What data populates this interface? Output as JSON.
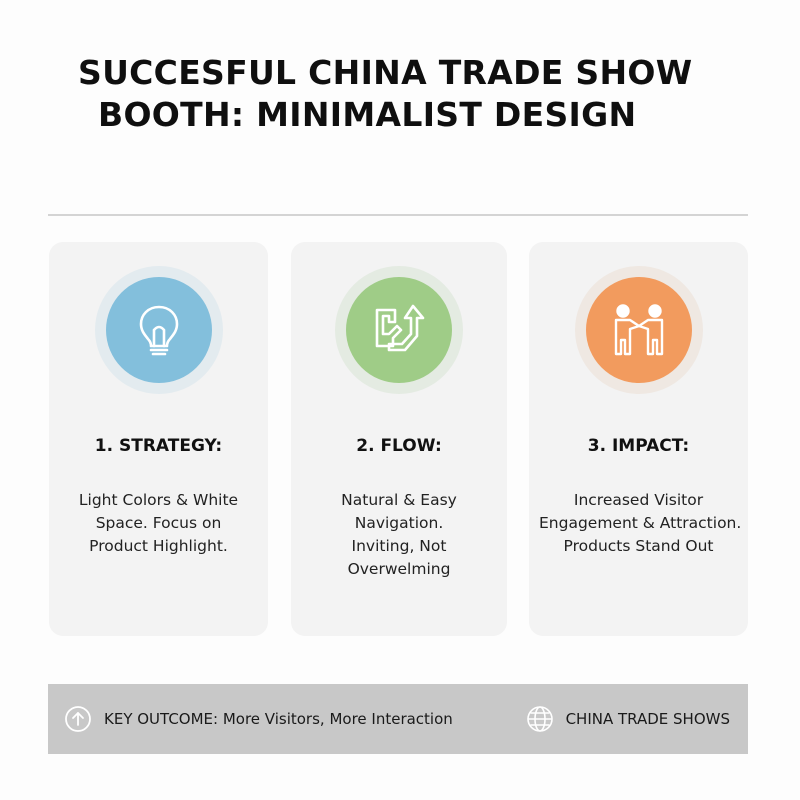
{
  "header": {
    "title_line1": "SUCCESFUL CHINA TRADE SHOW",
    "title_line2": "BOOTH: MINIMALIST DESIGN"
  },
  "cards": [
    {
      "icon": "lightbulb-icon",
      "color": "#83bfdc",
      "title": "1. STRATEGY:",
      "lines": [
        "Light Colors & White",
        "Space. Focus on",
        "Product Highlight."
      ]
    },
    {
      "icon": "flow-arrows-icon",
      "color": "#9fcc87",
      "title": "2. FLOW:",
      "lines": [
        "Natural & Easy",
        "Navigation.",
        "Inviting, Not",
        "Overwelming"
      ]
    },
    {
      "icon": "handshake-people-icon",
      "color": "#f29b5e",
      "title": "3. IMPACT:",
      "lines": [
        "Increased Visitor",
        "Engagement & Attraction.",
        "Products Stand Out"
      ]
    }
  ],
  "footer": {
    "outcome_icon": "arrow-up-circle-icon",
    "outcome_text": "KEY OUTCOME: More Visitors, More Interaction",
    "brand_icon": "globe-icon",
    "brand_text": "CHINA TRADE SHOWS"
  }
}
